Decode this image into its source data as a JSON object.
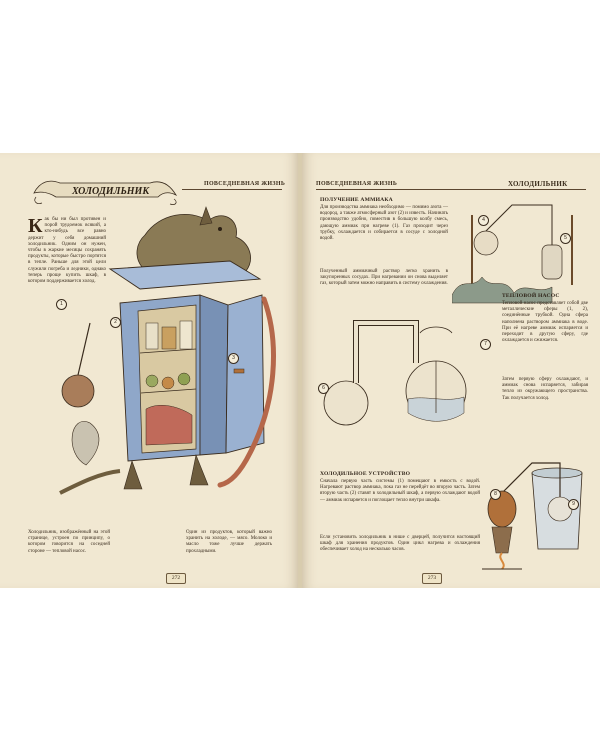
{
  "left_page": {
    "banner_title": "ХОЛОДИЛЬНИК",
    "running_head": "ПОВСЕДНЕВНАЯ ЖИЗНЬ",
    "page_number": "272",
    "intro_dropcap": "К",
    "intro_text": "ак бы ни был противен и порой трудоемок всякий, а кто-нибудь все равно держит у себя домашний холодильник. Одним он нужен, чтобы в жаркие месяцы сохранять продукты, которые быстро портятся в тепле. Раньше для этой цели служили погреба и ледники, однако теперь проще купить шкаф, в котором поддерживается холод.",
    "caption_left": "Холодильник, изображённый на этой странице, устроен по принципу, о котором говорится на соседней стороне — тепловой насос.",
    "caption_right": "Один из продуктов, который важно хранить на холоде, — мясо. Молоко и масло тоже лучше держать прохладными."
  },
  "right_page": {
    "running_head": "ПОВСЕДНЕВНАЯ ЖИЗНЬ",
    "banner_title": "ХОЛОДИЛЬНИК",
    "page_number": "273",
    "section1_heading": "ПОЛУЧЕНИЕ АММИАКА",
    "section1_text": "Для производства аммиака необходимо — помимо азота — водород, а также атмосферный азот (2) и известь. Начинать производство удобно, поместив в большую колбу смесь, дающую аммиак при нагреве (1). Газ проходит через трубку, охлаждается и собирается в сосуде с холодной водой.",
    "section1_text2": "Полученный аммиачный раствор легко хранить в закупоренных сосудах. При нагревании он снова выделяет газ, который затем можно направить в систему охлаждения.",
    "section2_heading": "ТЕПЛОВОЙ НАСОС",
    "section2_text": "Тепловой насос представляет собой две металлические сферы (1, 2), соединённые трубкой. Одна сфера наполнена раствором аммиака в воде. При её нагреве аммиак испаряется и переходит в другую сферу, где охлаждается и сжижается.",
    "section2_text2": "Затем первую сферу охлаждают, и аммиак снова испаряется, забирая тепло из окружающего пространства. Так получается холод.",
    "section3_heading": "ХОЛОДИЛЬНОЕ УСТРОЙСТВО",
    "section3_text": "Сначала первую часть системы (1) помещают в емкость с водой. Нагревают раствор аммиака, пока газ не перейдёт во вторую часть. Затем вторую часть (2) ставят в холодильный шкаф, а первую охлаждают водой — аммиак испаряется и поглощает тепло внутри шкафа.",
    "section3_text2": "Если установить холодильник в нише с дверцей, получится настоящий шкаф для хранения продуктов. Один цикл нагрева и охлаждения обеспечивает холод на несколько часов."
  },
  "callouts": [
    "1",
    "2",
    "3",
    "4",
    "5",
    "6",
    "7",
    "8",
    "9"
  ],
  "colors": {
    "paper": "#f1e8d2",
    "ink": "#3a2c1e",
    "cabinet_blue": "#8fa7c9",
    "copper": "#b0703a"
  }
}
